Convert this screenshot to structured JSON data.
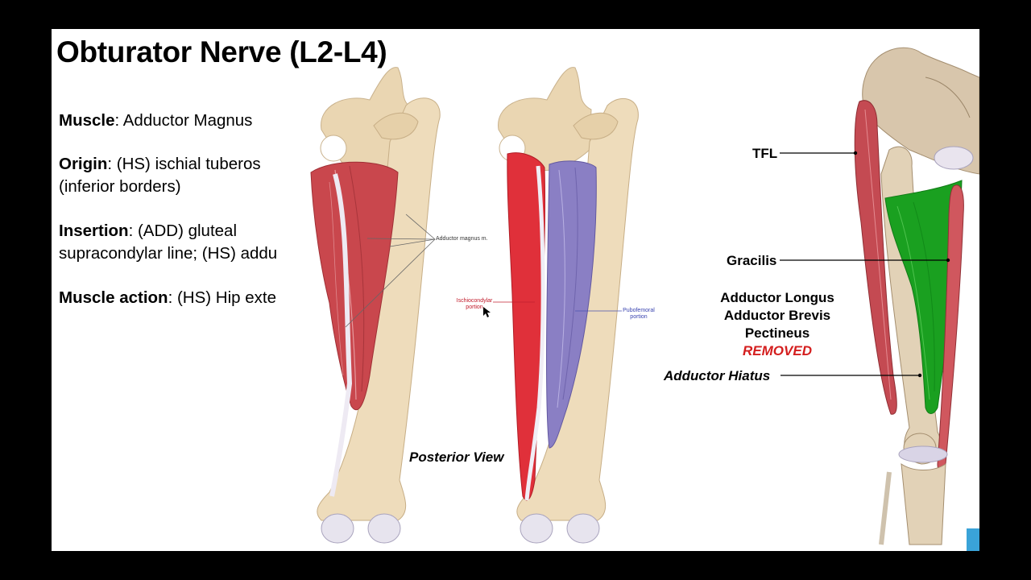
{
  "slide": {
    "title": "Obturator Nerve (L2-L4)",
    "muscle": {
      "label": "Muscle",
      "text": ": Adductor Magnus"
    },
    "origin": {
      "label": "Origin",
      "text": ":  (HS)  ischial  tuberos",
      "line2": "(inferior borders)"
    },
    "insertion": {
      "label": "Insertion",
      "text": ":  (ADD)  gluteal",
      "line2": "supracondylar line; (HS) addu"
    },
    "action": {
      "label": "Muscle action",
      "text": ": (HS) Hip exte"
    }
  },
  "figure_posterior": {
    "adductor_magnus_label": "Adductor magnus m.",
    "ischiocondylar_label": "Ischiocondylar portion",
    "pubofemoral_label": "Pubofemoral portion",
    "caption": "Posterior View"
  },
  "figure_anterior": {
    "tfl": "TFL",
    "gracilis": "Gracilis",
    "removed_list": [
      "Adductor Longus",
      "Adductor Brevis",
      "Pectineus"
    ],
    "removed": "REMOVED",
    "hiatus": "Adductor Hiatus"
  },
  "colors": {
    "background": "#000000",
    "slide": "#ffffff",
    "muscle_red": "#c9474d",
    "bright_red": "#e0303a",
    "purple": "#8a7fc4",
    "green": "#1aa020",
    "bone": "#ecd9b8",
    "removed_red": "#d41e1e"
  }
}
